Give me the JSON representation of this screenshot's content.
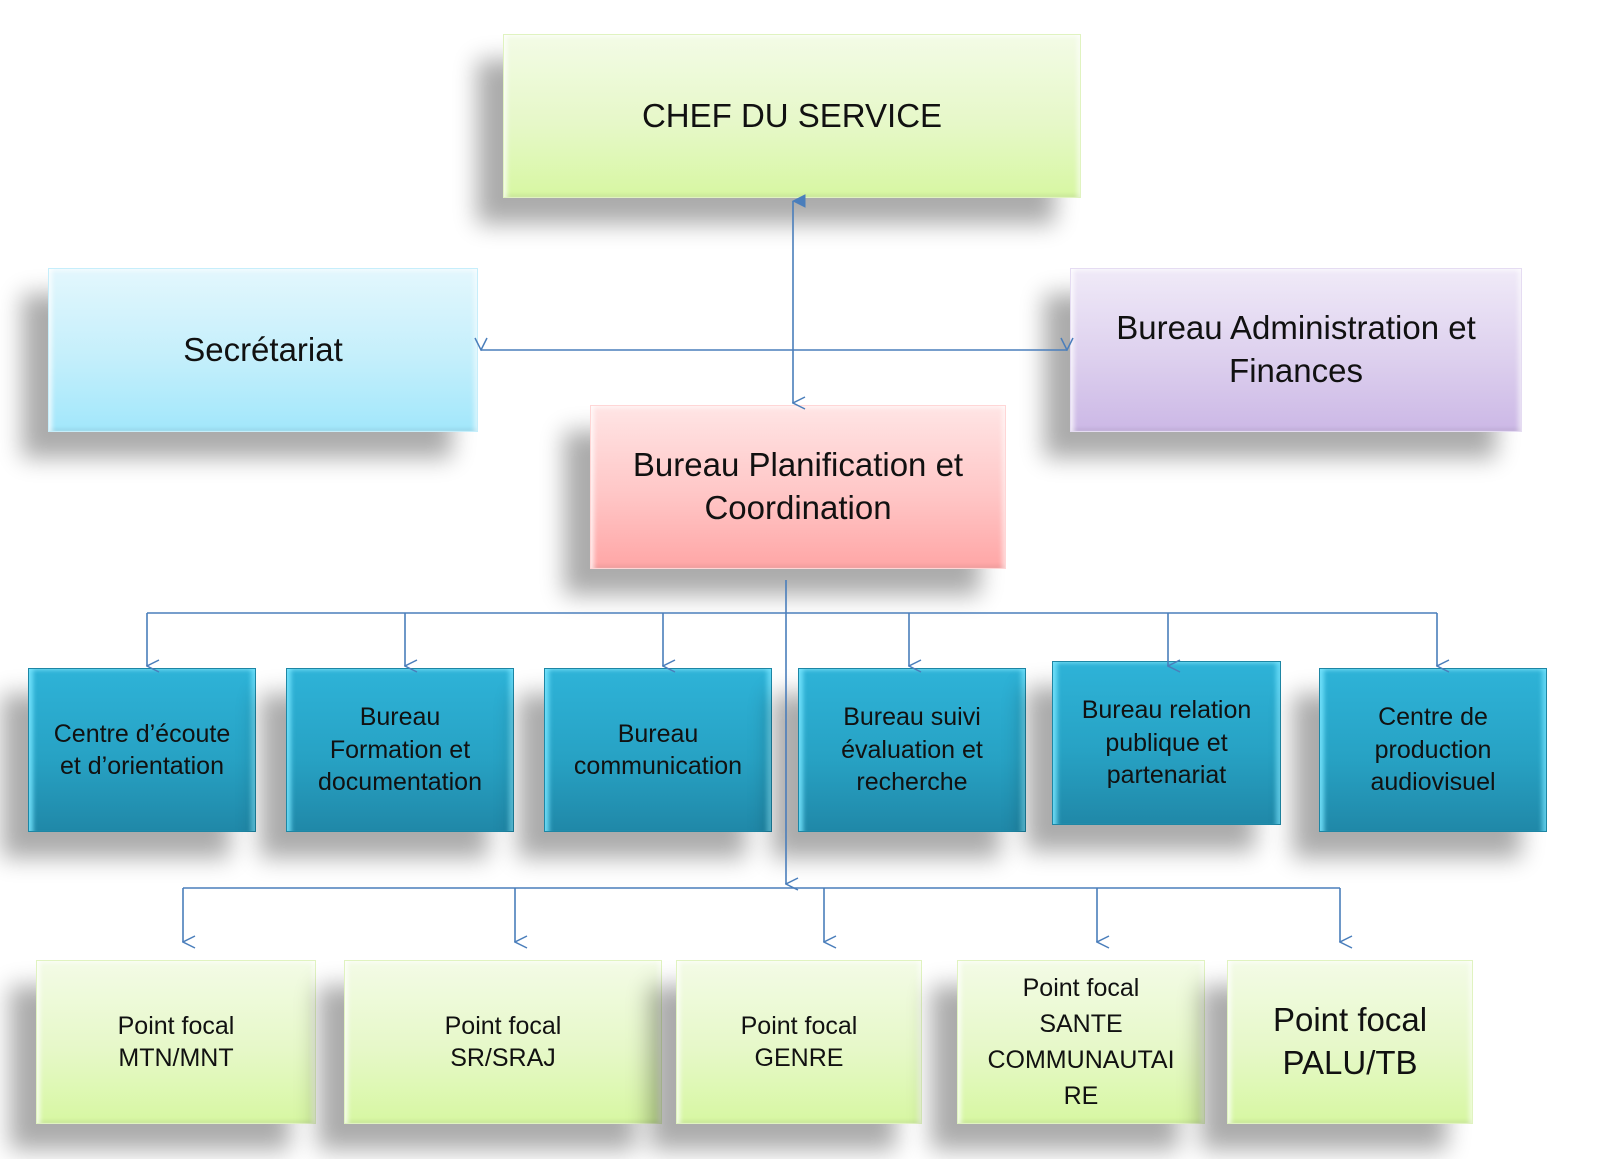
{
  "diagram": {
    "type": "org-chart",
    "connector_color": "#4a7ebb",
    "top": {
      "label": "CHEF DU SERVICE",
      "color": "#e6f8c8"
    },
    "side_left": {
      "label": "Secrétariat",
      "color": "#c4effb"
    },
    "side_right": {
      "label_line1": "Bureau Administration et",
      "label_line2": "Finances",
      "color": "#ddd0ee"
    },
    "center": {
      "label_line1": "Bureau Planification et",
      "label_line2": "Coordination",
      "color": "#ffc6c6"
    },
    "bureaus": [
      {
        "lines": [
          "Centre d’écoute",
          "et d’orientation"
        ]
      },
      {
        "lines": [
          "Bureau",
          "Formation et",
          "documentation"
        ]
      },
      {
        "lines": [
          "Bureau",
          "communication"
        ]
      },
      {
        "lines": [
          "Bureau suivi",
          "évaluation et",
          "recherche"
        ]
      },
      {
        "lines": [
          "Bureau relation",
          "publique et",
          "partenariat"
        ]
      },
      {
        "lines": [
          "Centre de",
          "production",
          "audiovisuel"
        ]
      }
    ],
    "bureau_color": "#27a2c4",
    "focal_points": [
      {
        "lines": [
          "Point focal",
          "MTN/MNT"
        ]
      },
      {
        "lines": [
          "Point focal",
          "SR/SRAJ"
        ]
      },
      {
        "lines": [
          "Point focal",
          "GENRE"
        ]
      },
      {
        "lines": [
          "Point focal",
          "SANTE",
          "COMMUNAUTAI",
          "RE"
        ]
      },
      {
        "lines": [
          "Point focal",
          "PALU/TB"
        ]
      }
    ],
    "focal_color": "#e6f8c8",
    "edges": [
      {
        "from": "CHEF DU SERVICE",
        "to": "Bureau Planification et Coordination",
        "type": "bidirectional"
      },
      {
        "from": "Secrétariat",
        "to": "Bureau Administration et Finances",
        "type": "bidirectional"
      },
      {
        "from": "Bureau Planification et Coordination",
        "to": "bureaus",
        "type": "fan-out"
      },
      {
        "from": "Bureau Planification et Coordination",
        "to": "focal_points",
        "type": "fan-out"
      }
    ]
  }
}
